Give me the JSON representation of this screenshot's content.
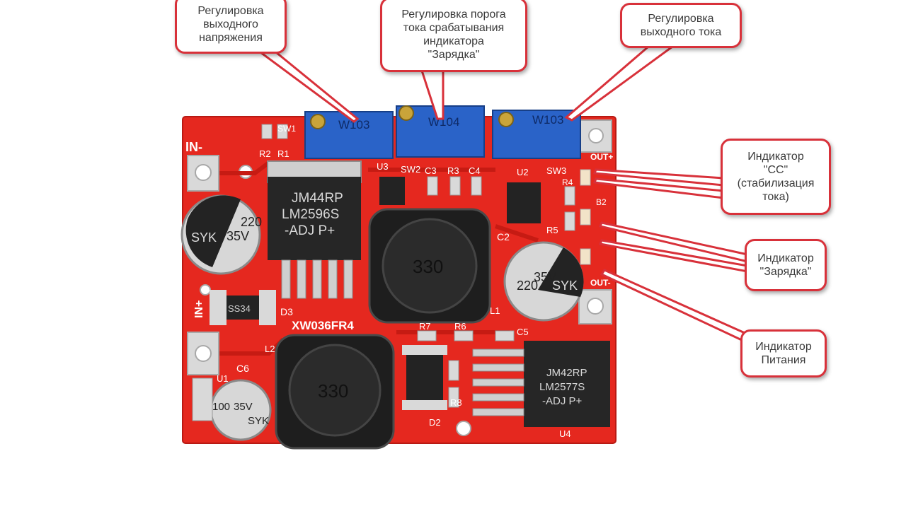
{
  "colors": {
    "callout_border": "#d8313a",
    "pcb": "#e5281f",
    "potentiometer": "#2a63c8",
    "component": "#222222",
    "pins": "#c8c8c8"
  },
  "callouts": {
    "voltage_adjust": "Регулировка\nвыходного\nнапряжения",
    "charge_threshold": "Регулировка порога\nтока срабатывания\nиндикатора\n\"Зарядка\"",
    "current_adjust": "Регулировка\nвыходного тока",
    "cc_indicator": "Индикатор\n\"CC\"\n(стабилизация\nтока)",
    "charge_indicator": "Индикатор\n\"Зарядка\"",
    "power_indicator": "Индикатор\nПитания"
  },
  "board": {
    "label_in_minus": "IN-",
    "label_in_plus": "IN+",
    "label_out": "OUT-",
    "label_out2": "OUT+",
    "board_model": "XW036FR4",
    "chip_top": {
      "line1": "JM44RP",
      "line2": "LM2596S",
      "line3": "-ADJ P+"
    },
    "chip_bottom": {
      "line1": "JM42RP",
      "line2": "LM2577S",
      "line3": "-ADJ P+"
    },
    "cap_left": {
      "line1": "220",
      "line2": "35V",
      "line3": "SYK"
    },
    "cap_right": {
      "line1": "220",
      "line2": "35V",
      "line3": "SYK"
    },
    "cap_small": {
      "line1": "100",
      "line2": "35V",
      "line3": "SYK"
    },
    "inductor_top": "330",
    "inductor_bottom": "330",
    "pot_left": "W103",
    "pot_middle": "W104",
    "pot_right": "W103",
    "diode": "SS34",
    "refs": [
      "SW1",
      "R2",
      "R1",
      "U3",
      "SW2",
      "C3",
      "R3",
      "C4",
      "U2",
      "SW3",
      "R4",
      "B2",
      "R5",
      "C2",
      "D3",
      "L1",
      "R7",
      "R6",
      "C5",
      "L2",
      "C6",
      "U1",
      "D2",
      "R8",
      "U4"
    ]
  }
}
